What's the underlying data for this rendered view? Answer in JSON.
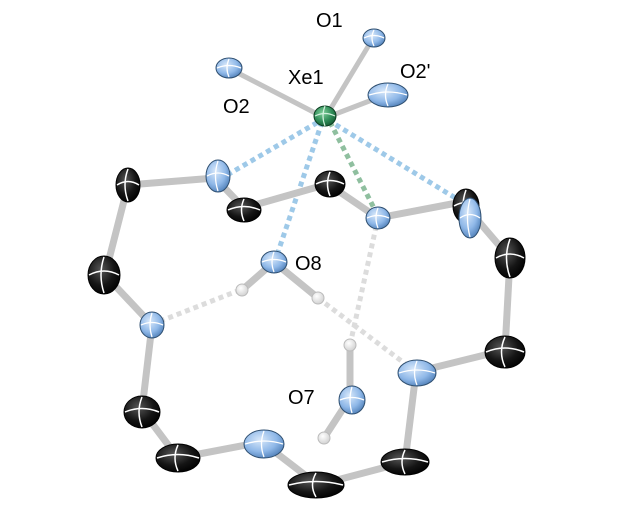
{
  "labels": {
    "o1": "O1",
    "xe1": "Xe1",
    "o2": "O2",
    "o2p": "O2'",
    "o8": "O8",
    "o7": "O7"
  },
  "colors": {
    "background": "#ffffff",
    "oxygen_atom": "#8fb8e8",
    "carbon_atom": "#111111",
    "xenon_atom": "#2e8b57",
    "hydrogen_atom": "#ffffff",
    "bond": "#c8c8c8",
    "xe_o_contact": "#9ec9e8",
    "xe_o_contact_alt": "#8fbf9f",
    "hydrogen_bond": "#d8d8d8"
  }
}
